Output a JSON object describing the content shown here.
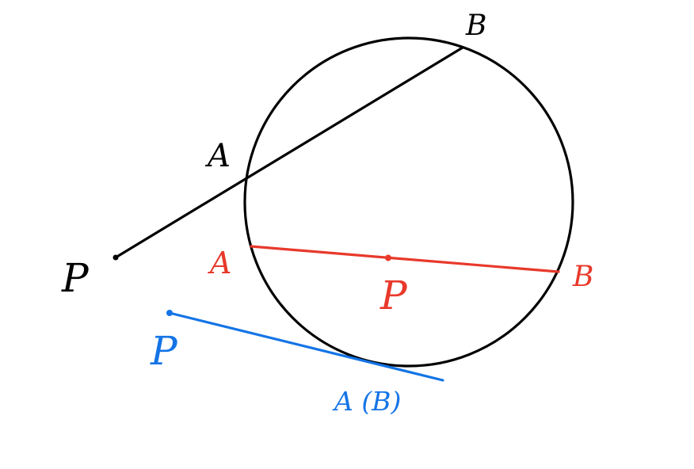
{
  "colors": {
    "black": "#000000",
    "red": "#e8392b",
    "blue": "#1474e6"
  },
  "black_case": {
    "point_label": "P",
    "near_label": "A",
    "far_label": "B"
  },
  "red_case": {
    "point_label": "P",
    "left_label": "A",
    "right_label": "B"
  },
  "blue_case": {
    "point_label": "P",
    "tangent_label": "A (B)"
  }
}
